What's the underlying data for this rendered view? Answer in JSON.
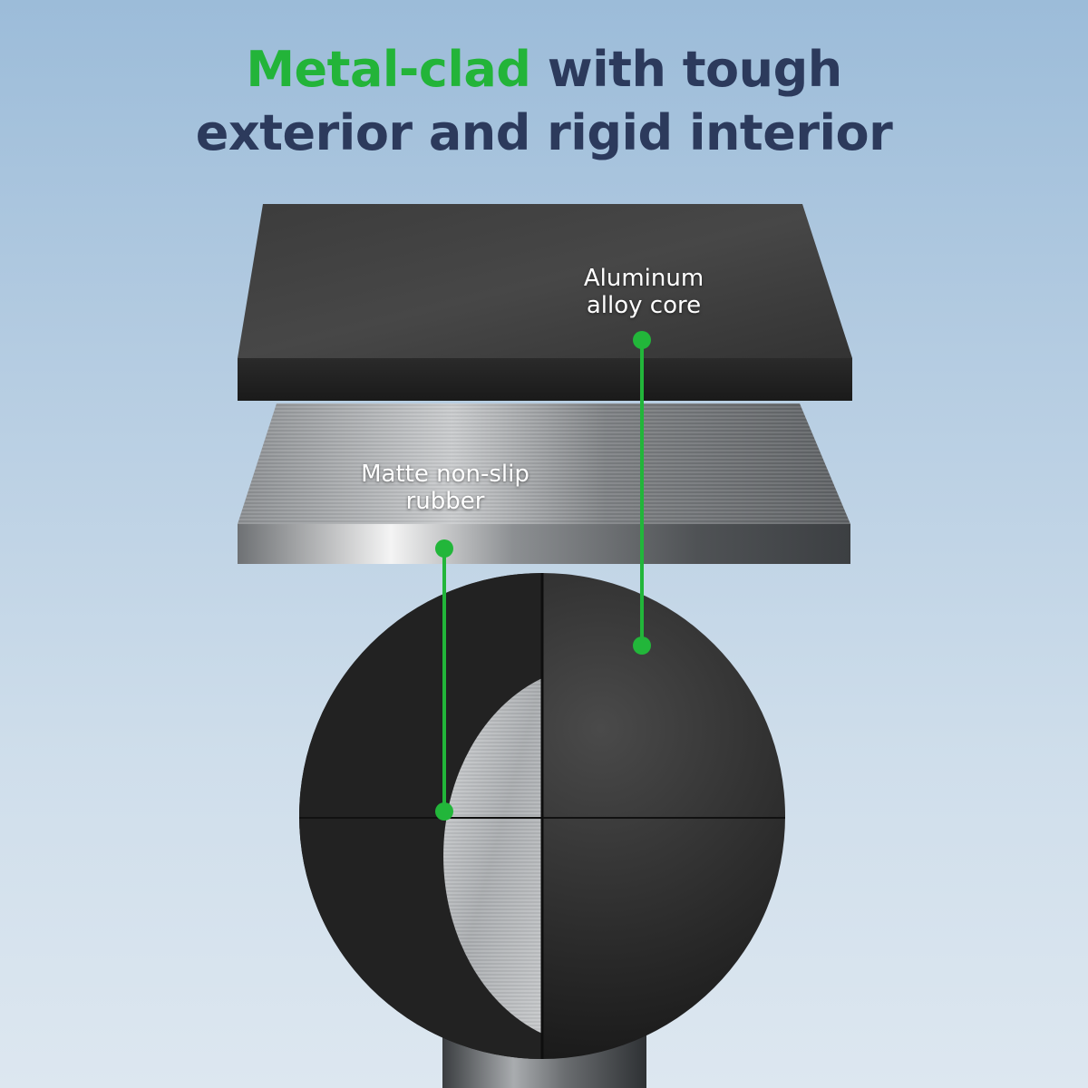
{
  "headline": {
    "accent": "Metal-clad",
    "line1_rest": " with tough",
    "line2": "exterior and rigid interior"
  },
  "callouts": {
    "aluminum": {
      "line1": "Aluminum",
      "line2": "alloy core"
    },
    "rubber": {
      "line1": "Matte non-slip",
      "line2": "rubber"
    }
  },
  "colors": {
    "accent": "#23b439",
    "headline": "#2c3a5c",
    "callout_line": "#22b63a"
  }
}
